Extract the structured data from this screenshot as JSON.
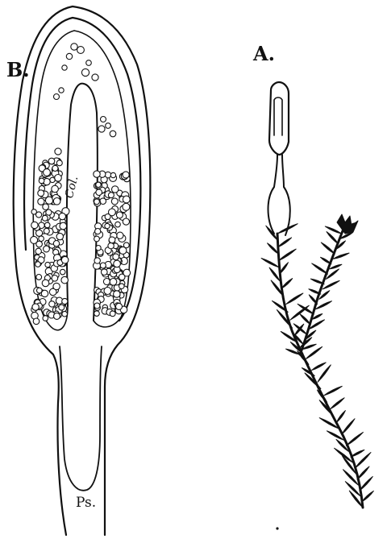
{
  "figure": {
    "labels": {
      "b": "B.",
      "a": "A.",
      "columella": "Col.",
      "pseudopodium": "Ps."
    },
    "colors": {
      "ink": "#111111",
      "paper": "#ffffff"
    }
  }
}
